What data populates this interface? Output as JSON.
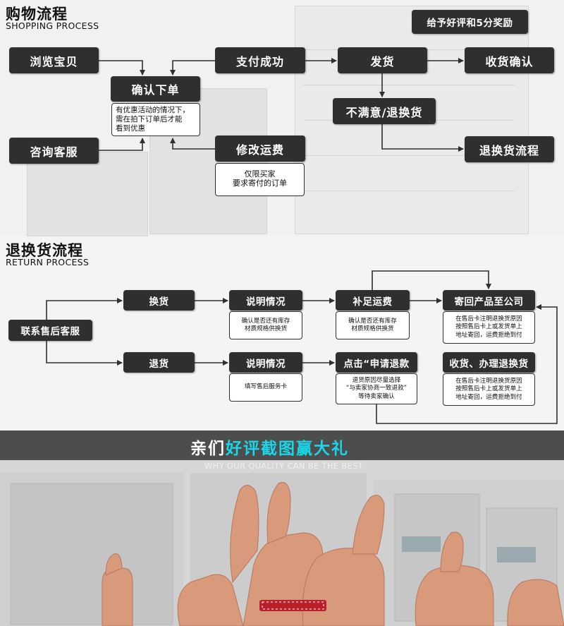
{
  "shopping": {
    "title_cn": "购物流程",
    "title_en": "SHOPPING PROCESS",
    "reward": "给予好评和5分奖励",
    "browse": "浏览宝贝",
    "confirm_order": "确认下单",
    "confirm_note": [
      "有优惠活动的情况下，",
      "需在拍下订单后才能",
      "看到优惠"
    ],
    "consult": "咨询客服",
    "pay_success": "支付成功",
    "modify_shipping": "修改运费",
    "modify_note": [
      "仅限买家",
      "要求寄付的订单"
    ],
    "ship": "发货",
    "receive_confirm": "收货确认",
    "unsatisfied": "不满意/退换货",
    "return_flow": "退换货流程"
  },
  "returns": {
    "title_cn": "退换货流程",
    "title_en": "RETURN PROCESS",
    "contact": "联系售后客服",
    "exchange": "换货",
    "refund": "退货",
    "explain_top": "说明情况",
    "explain_top_note": [
      "确认是否还有库存",
      "材质规格供换货"
    ],
    "pay_shipping": "补足运费",
    "pay_shipping_note": [
      "确认是否还有库存",
      "材质规格供换货"
    ],
    "send_back": "寄回产品至公司",
    "send_back_note": [
      "在售后卡注明退换货原因",
      "按照售后卡上或发货单上",
      "地址寄回，运费拒绝到付"
    ],
    "explain_bottom": "说明情况",
    "explain_bottom_note": [
      "填写售后服务卡"
    ],
    "click_refund": "点击“申请退款",
    "click_refund_note": [
      "退货原因尽量选择",
      "“与卖家协商一致退款”",
      "等待卖家确认"
    ],
    "receive_process": "收货、办理退换货",
    "receive_process_note": [
      "在售后卡注明退换货原因",
      "按照售后卡上或发货单上",
      "地址寄回，运费拒绝到付"
    ]
  },
  "banner": {
    "title_part1": "亲们",
    "title_part2": "好评截图赢大礼",
    "subtitle": "WHY OUR QUALITY CAN BE THE BEST"
  },
  "colors": {
    "box": "#2f2f31",
    "prize_white": "#ffffff",
    "prize_cyan": "#1ad6e8",
    "banner_bg": "#4d4d4d"
  }
}
